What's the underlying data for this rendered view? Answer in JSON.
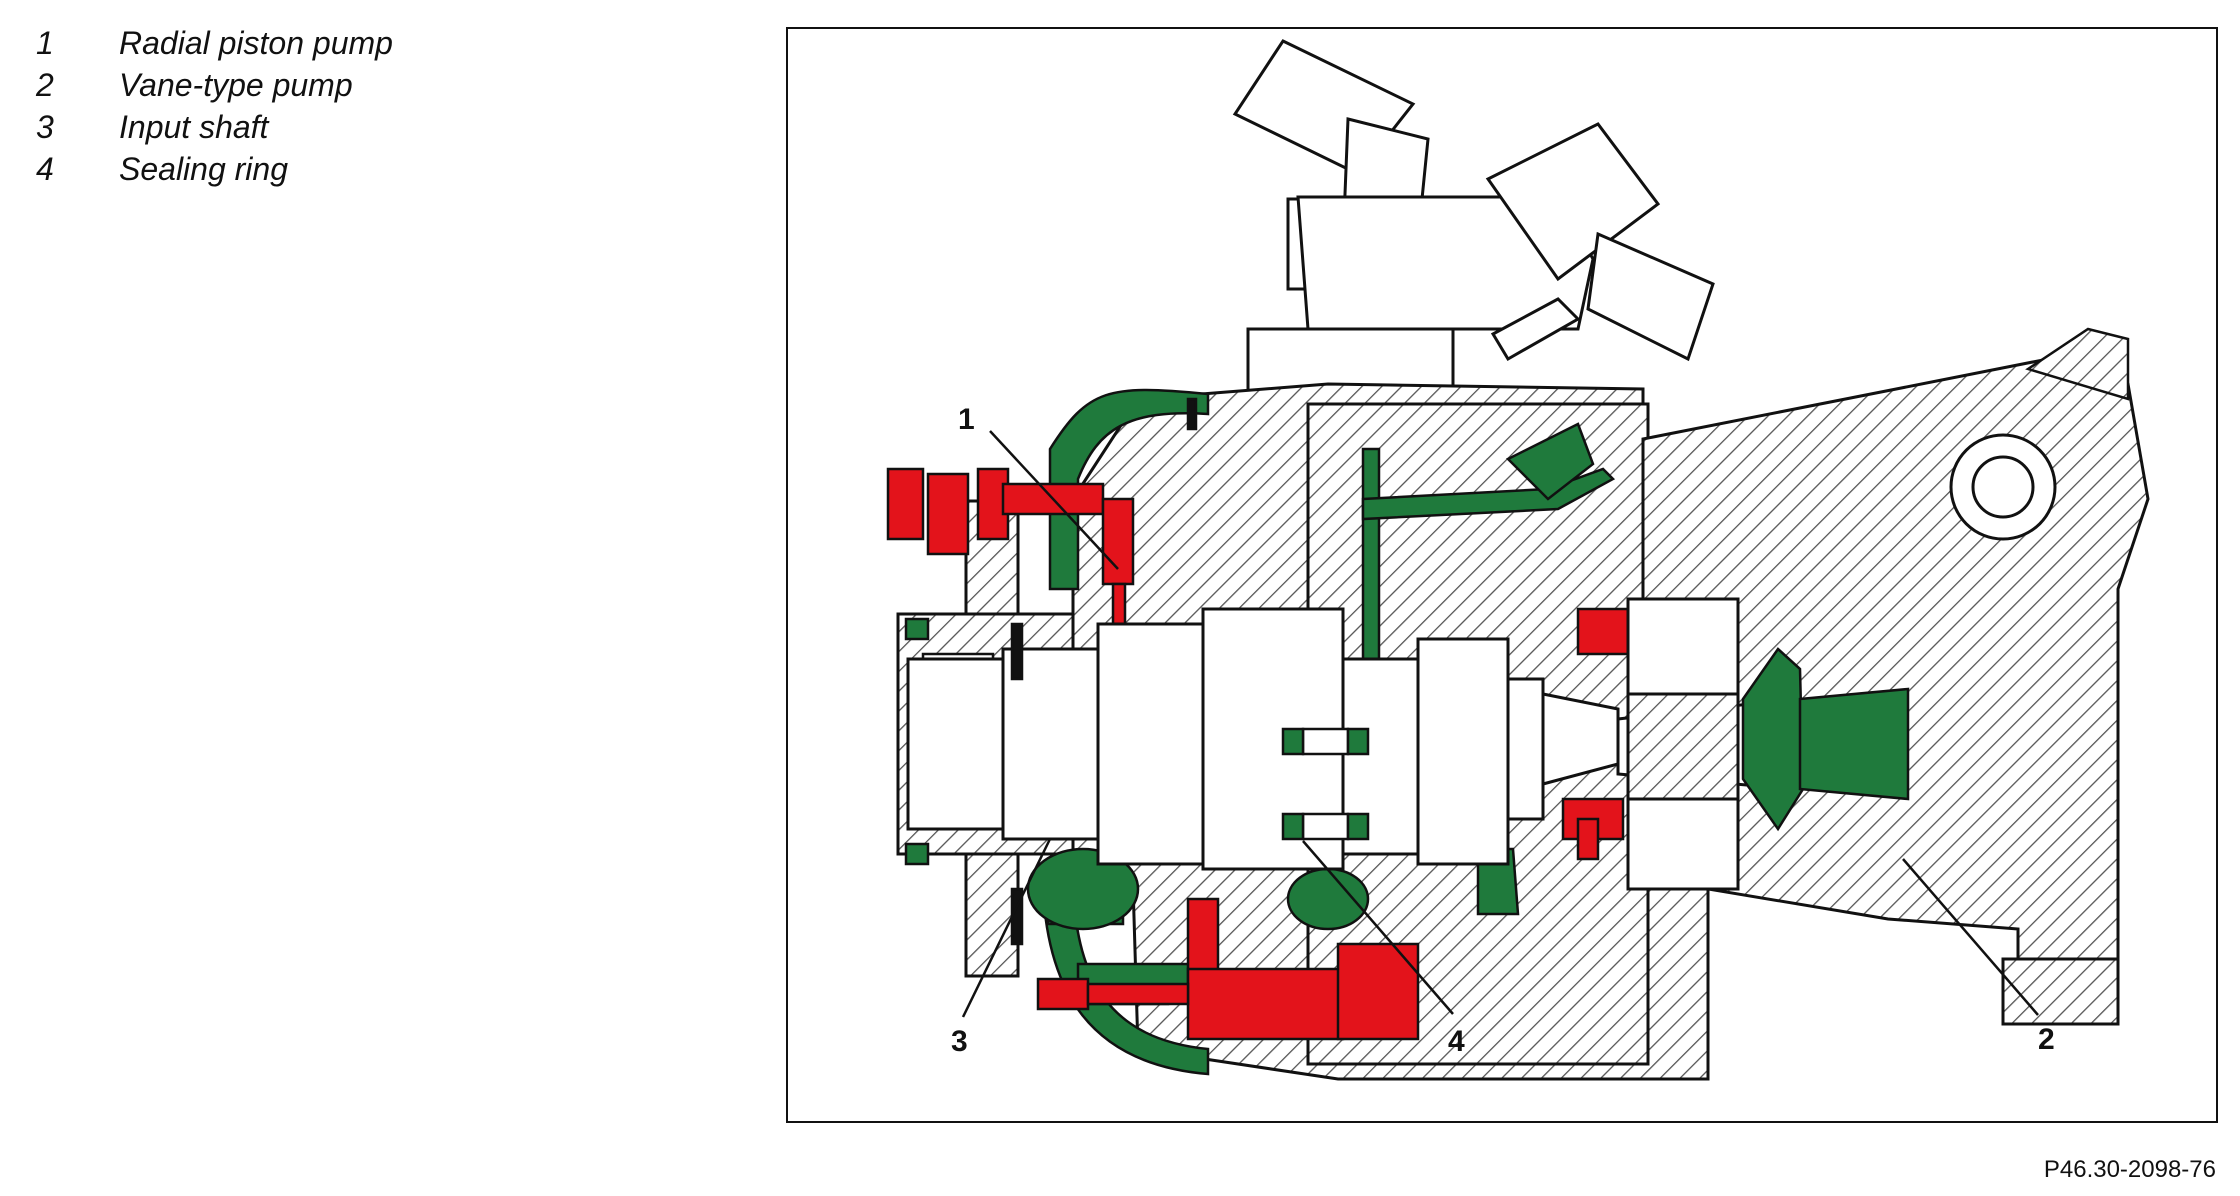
{
  "legend": {
    "items": [
      {
        "number": "1",
        "label": "Radial piston pump"
      },
      {
        "number": "2",
        "label": "Vane-type pump"
      },
      {
        "number": "3",
        "label": "Input shaft"
      },
      {
        "number": "4",
        "label": "Sealing ring"
      }
    ]
  },
  "diagram": {
    "callouts": [
      "1",
      "2",
      "3",
      "4"
    ],
    "colors": {
      "housing_hatch": "#555555",
      "oil_green": "#1f7a3c",
      "pressure_red": "#e3131b",
      "outline": "#111111",
      "background": "#ffffff"
    }
  },
  "figure_code": "P46.30-2098-76"
}
